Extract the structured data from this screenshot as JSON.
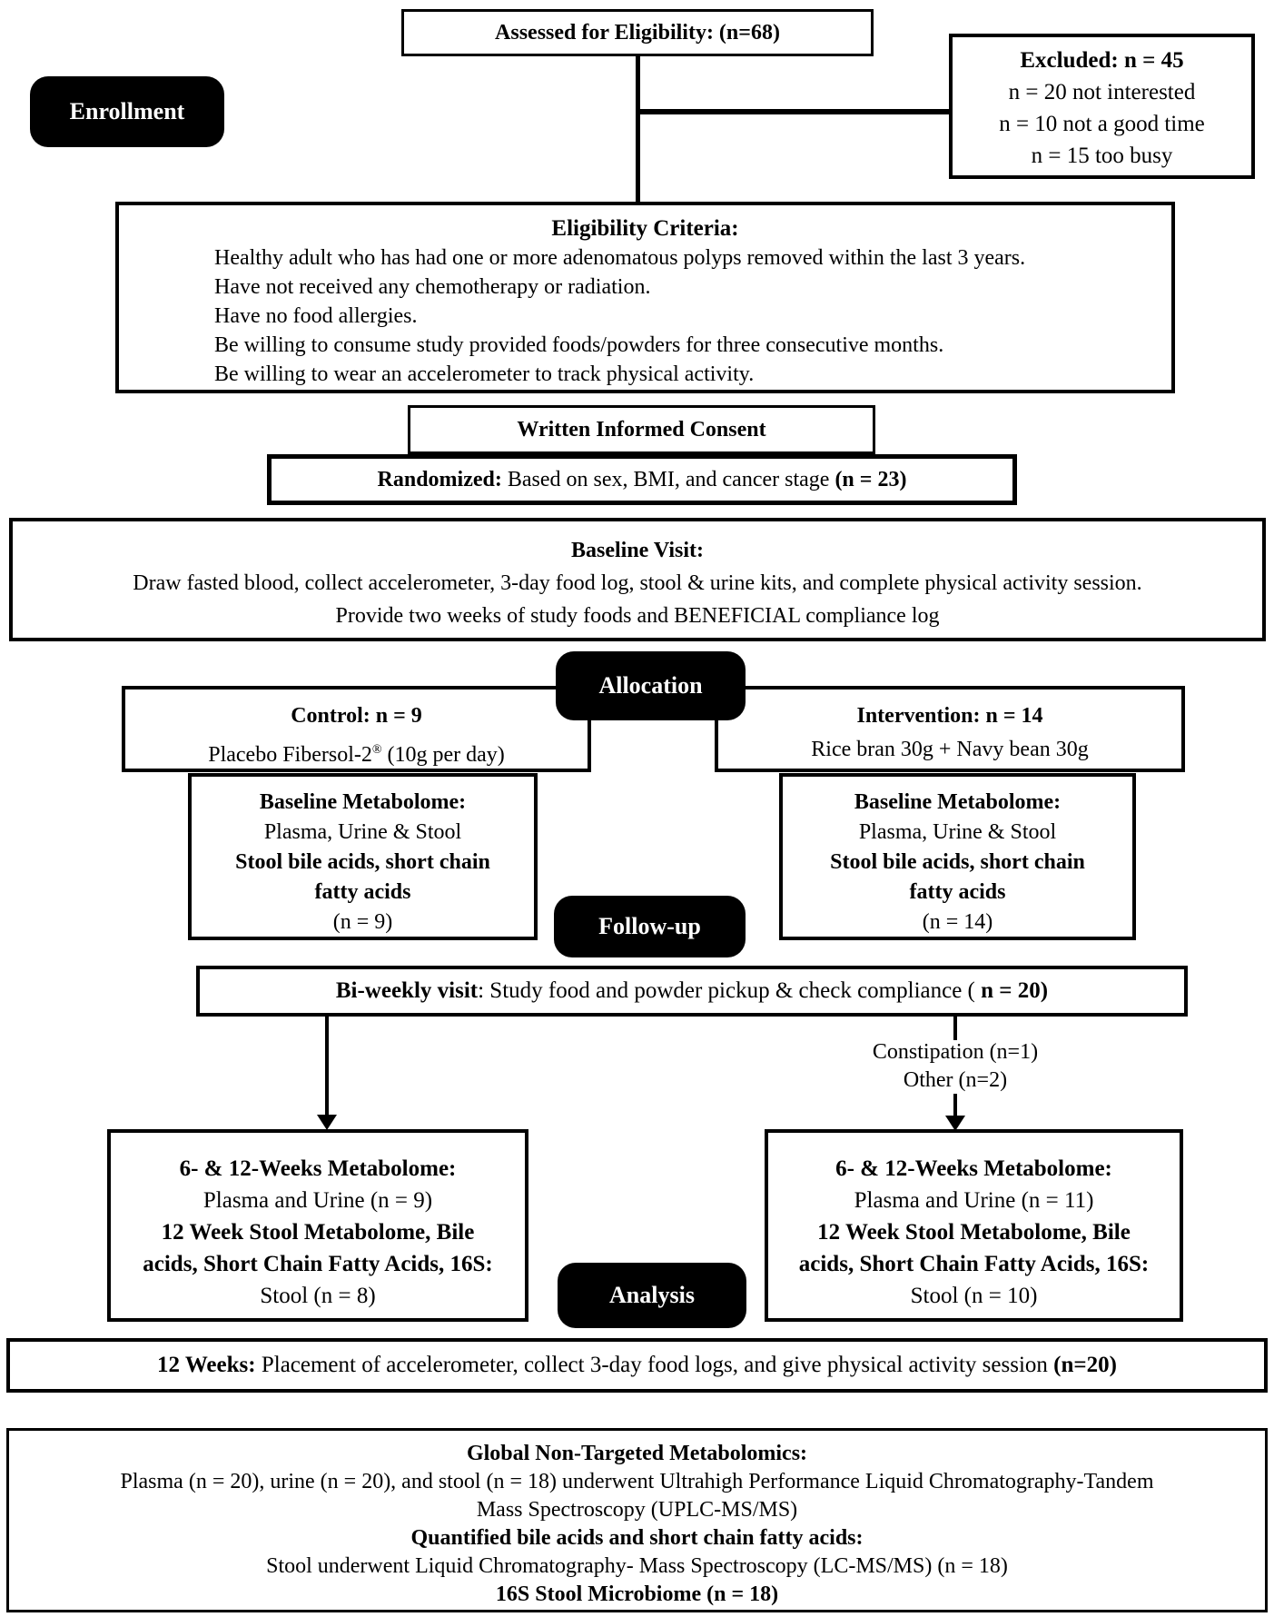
{
  "page": {
    "background": "#ffffff",
    "ink": "#000000"
  },
  "stages": {
    "enrollment": "Enrollment",
    "allocation": "Allocation",
    "followup": "Follow-up",
    "analysis": "Analysis"
  },
  "assessed": {
    "text": "Assessed for Eligibility: (n=68)"
  },
  "excluded": {
    "title": "Excluded: n = 45",
    "reasons": [
      "n = 20 not interested",
      "n = 10 not a good time",
      "n = 15 too busy"
    ]
  },
  "eligibility": {
    "title": "Eligibility Criteria:",
    "criteria": [
      "Healthy adult who has had one or more adenomatous polyps removed within the last 3 years.",
      "Have not received any chemotherapy or radiation.",
      "Have no food allergies.",
      "Be willing to consume study provided foods/powders for three consecutive months.",
      "Be willing to wear an accelerometer to track physical activity."
    ]
  },
  "consent": {
    "text": "Written Informed Consent"
  },
  "randomized": {
    "label": "Randomized:",
    "text": " Based on sex, BMI, and cancer stage ",
    "n": "(n = 23)"
  },
  "baseline_visit": {
    "title": "Baseline Visit:",
    "line2": "Draw fasted blood, collect accelerometer, 3-day food log, stool & urine kits, and complete physical activity session.",
    "line3": "Provide two weeks of study foods and BENEFICIAL compliance log"
  },
  "control": {
    "title": "Control: n = 9",
    "desc_pre": "Placebo Fibersol-2",
    "desc_sup": "®",
    "desc_post": " (10g per day)"
  },
  "intervention": {
    "title": "Intervention: n = 14",
    "desc": "Rice bran 30g + Navy bean 30g"
  },
  "baseline_metabolome_control": {
    "title": "Baseline Metabolome:",
    "line2": "Plasma, Urine & Stool",
    "line3": "Stool bile acids, short chain",
    "line4": "fatty acids",
    "n": "(n = 9)"
  },
  "baseline_metabolome_intervention": {
    "title": "Baseline Metabolome:",
    "line2": "Plasma, Urine & Stool",
    "line3": "Stool bile acids, short chain",
    "line4": "fatty acids",
    "n": "(n = 14)"
  },
  "biweekly": {
    "label": "Bi-weekly visit",
    "text": ": Study food and powder pickup & check compliance ( ",
    "n": "n = 20)"
  },
  "dropout": {
    "line1": "Constipation (n=1)",
    "line2": "Other (n=2)"
  },
  "weeks_metabolome_control": {
    "title": "6- & 12-Weeks Metabolome:",
    "line2": "Plasma and Urine (n = 9)",
    "line3": "12 Week Stool Metabolome, Bile",
    "line4": "acids, Short Chain Fatty Acids, 16S:",
    "line5": "Stool (n = 8)"
  },
  "weeks_metabolome_intervention": {
    "title": "6- & 12-Weeks Metabolome:",
    "line2": "Plasma and Urine (n = 11)",
    "line3": "12 Week Stool Metabolome, Bile",
    "line4": "acids, Short Chain Fatty Acids, 16S:",
    "line5": "Stool (n = 10)"
  },
  "twelve_weeks": {
    "label": "12 Weeks:",
    "text": " Placement of accelerometer, collect 3-day food logs, and give physical activity session ",
    "n": "(n=20)"
  },
  "global_metabolomics": {
    "title": "Global Non-Targeted Metabolomics:",
    "line2": "Plasma (n = 20), urine (n = 20), and stool (n = 18) underwent Ultrahigh Performance Liquid Chromatography-Tandem",
    "line3": "Mass Spectroscopy (UPLC-MS/MS)",
    "line4": "Quantified bile acids and short chain fatty acids:",
    "line5": "Stool underwent Liquid Chromatography- Mass Spectroscopy (LC-MS/MS) (n = 18)",
    "line6": "16S Stool Microbiome (n = 18)"
  }
}
